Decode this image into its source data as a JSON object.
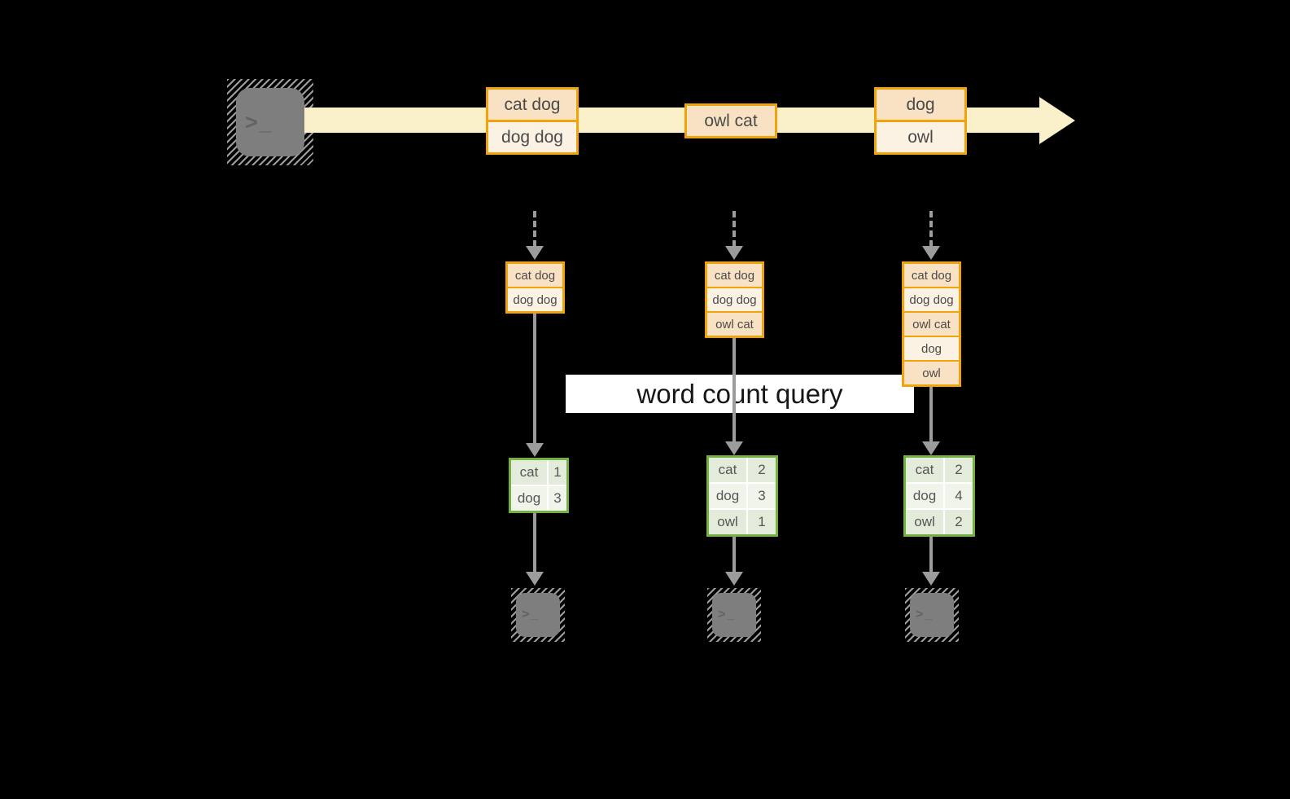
{
  "colors": {
    "background": "#000000",
    "stream_band": "#faf1cb",
    "batch_border": "#f0a30a",
    "batch_fill_dark": "#f9e1c3",
    "batch_fill_light": "#fcf2e3",
    "table_border": "#74b042",
    "table_fill_dark": "#e3ecda",
    "table_fill_light": "#f0f4eb",
    "arrow_gray": "#9c9c9c",
    "terminal_gray": "#7e7e7e",
    "query_box_bg": "#ffffff",
    "query_text": "#161616"
  },
  "source": {
    "glyph": ">_"
  },
  "stream": {
    "batches": [
      {
        "messages": [
          "cat dog",
          "dog dog"
        ]
      },
      {
        "messages": [
          "owl cat"
        ]
      },
      {
        "messages": [
          "dog",
          "owl"
        ]
      }
    ]
  },
  "query": {
    "label": "word count query"
  },
  "columns": [
    {
      "input": [
        "cat dog",
        "dog dog"
      ],
      "counts": [
        {
          "word": "cat",
          "count": "1"
        },
        {
          "word": "dog",
          "count": "3"
        }
      ]
    },
    {
      "input": [
        "cat dog",
        "dog dog",
        "owl cat"
      ],
      "counts": [
        {
          "word": "cat",
          "count": "2"
        },
        {
          "word": "dog",
          "count": "3"
        },
        {
          "word": "owl",
          "count": "1"
        }
      ]
    },
    {
      "input": [
        "cat dog",
        "dog dog",
        "owl cat",
        "dog",
        "owl"
      ],
      "counts": [
        {
          "word": "cat",
          "count": "2"
        },
        {
          "word": "dog",
          "count": "4"
        },
        {
          "word": "owl",
          "count": "2"
        }
      ]
    }
  ],
  "sinks": [
    {
      "glyph": ">_"
    },
    {
      "glyph": ">_"
    },
    {
      "glyph": ">_"
    }
  ]
}
